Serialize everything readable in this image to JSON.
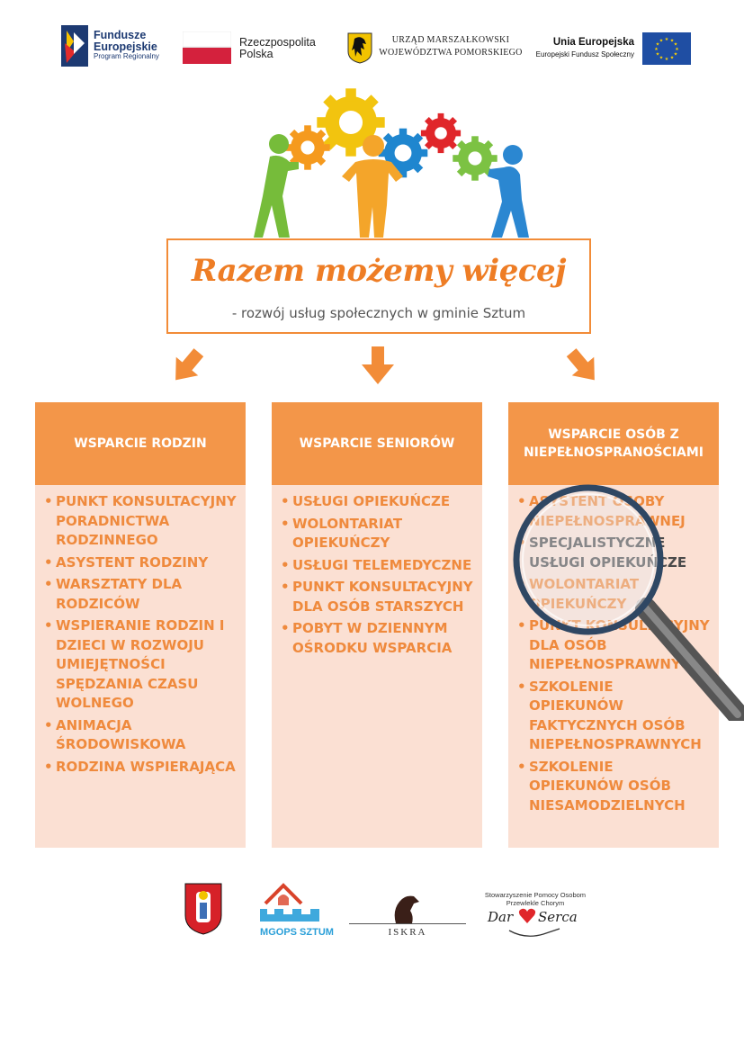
{
  "header_logos": {
    "fundusze": {
      "line1": "Fundusze",
      "line2": "Europejskie",
      "line3": "Program Regionalny"
    },
    "rzeczpospolita": {
      "line1": "Rzeczpospolita",
      "line2": "Polska"
    },
    "urzad": {
      "line1": "URZĄD MARSZAŁKOWSKI",
      "line2": "WOJEWÓDZTWA POMORSKIEGO"
    },
    "unia": {
      "line1": "Unia Europejska",
      "line2": "Europejski Fundusz Społeczny"
    }
  },
  "title": {
    "main": "Razem możemy więcej",
    "subtitle": "- rozwój usług społecznych w gminie Sztum"
  },
  "columns": [
    {
      "heading": "WSPARCIE RODZIN",
      "items": [
        "PUNKT KONSULTACYJNY PORADNICTWA RODZINNEGO",
        "ASYSTENT RODZINY",
        "WARSZTATY DLA RODZICÓW",
        "WSPIERANIE RODZIN I DZIECI W ROZWOJU UMIEJĘTNOŚCI SPĘDZANIA CZASU WOLNEGO",
        "ANIMACJA ŚRODOWISKOWA",
        "RODZINA WSPIERAJĄCA"
      ]
    },
    {
      "heading": "WSPARCIE SENIORÓW",
      "items": [
        "USŁUGI OPIEKUŃCZE",
        "WOLONTARIAT OPIEKUŃCZY",
        "USŁUGI TELEMEDYCZNE",
        "PUNKT KONSULTACYJNY DLA OSÓB STARSZYCH",
        "POBYT W DZIENNYM OŚRODKU WSPARCIA"
      ]
    },
    {
      "heading": "WSPARCIE OSÓB Z NIEPEŁNOSPRANOŚCIAMI",
      "items": [
        "ASYSTENT OSOBY NIEPEŁNOSPRAWNEJ",
        "SPECJALISTYCZNE USŁUGI OPIEKUŃCZE",
        "WOLONTARIAT OPIEKUŃCZY",
        "PUNKT KONSULTACYJNY DLA OSÓB NIEPEŁNOSPRAWNYCH",
        "SZKOLENIE OPIEKUNÓW FAKTYCZNYCH OSÓB NIEPEŁNOSPRAWNYCH",
        "SZKOLENIE OPIEKUNÓW OSÓB NIESAMODZIELNYCH"
      ]
    }
  ],
  "footer_logos": {
    "mgops": "MGOPS SZTUM",
    "iskra": "ISKRA",
    "dar_serca": {
      "line1": "Stowarzyszenie Pomocy Osobom",
      "line2": "Przewlekle Chorym",
      "name_left": "Dar",
      "name_right": "Serca"
    }
  },
  "colors": {
    "orange": "#f39649",
    "orange_text": "#ef8a3d",
    "panel": "#fbe0d3",
    "eu_blue": "#1f4ea3"
  }
}
